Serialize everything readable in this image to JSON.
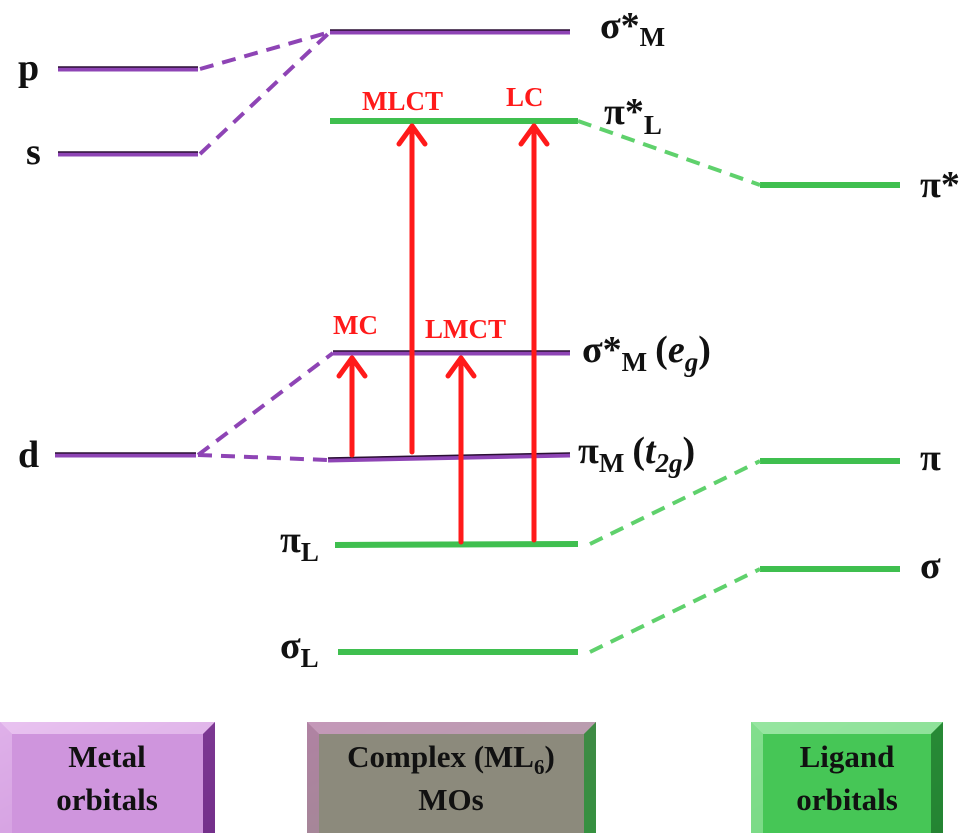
{
  "colors": {
    "metal": "#8e44b5",
    "ligand": "#3fbf4f",
    "transition": "#ff1a1a",
    "metal_box": "#a55ab8",
    "complex_box": "#6e8a68",
    "ligand_box": "#3fbf4f"
  },
  "levels": {
    "p": "p",
    "s": "s",
    "d": "d",
    "sigma_star_M": {
      "base": "σ*",
      "sub": "M"
    },
    "pi_star_L": {
      "base": "π*",
      "sub": "L"
    },
    "sigma_star_M_eg": {
      "base": "σ*",
      "sub": "M",
      "paren_open": "(",
      "paren_base": "e",
      "paren_sub": "g",
      "paren_close": ")"
    },
    "pi_M_t2g": {
      "base": "π",
      "sub": "M",
      "paren_open": "(",
      "paren_base": "t",
      "paren_sub": "2g",
      "paren_close": ")"
    },
    "pi_L": {
      "base": "π",
      "sub": "L"
    },
    "sigma_L": {
      "base": "σ",
      "sub": "L"
    },
    "ligand_pi_star": "π*",
    "ligand_pi": "π",
    "ligand_sigma": "σ"
  },
  "transitions": {
    "mlct": "MLCT",
    "lc": "LC",
    "mc": "MC",
    "lmct": "LMCT"
  },
  "boxes": {
    "metal": {
      "line1": "Metal",
      "line2": "orbitals"
    },
    "complex": {
      "line1_pre": "Complex (ML",
      "line1_sub": "6",
      "line1_post": ")",
      "line2": "MOs"
    },
    "ligand": {
      "line1": "Ligand",
      "line2": "orbitals"
    }
  }
}
